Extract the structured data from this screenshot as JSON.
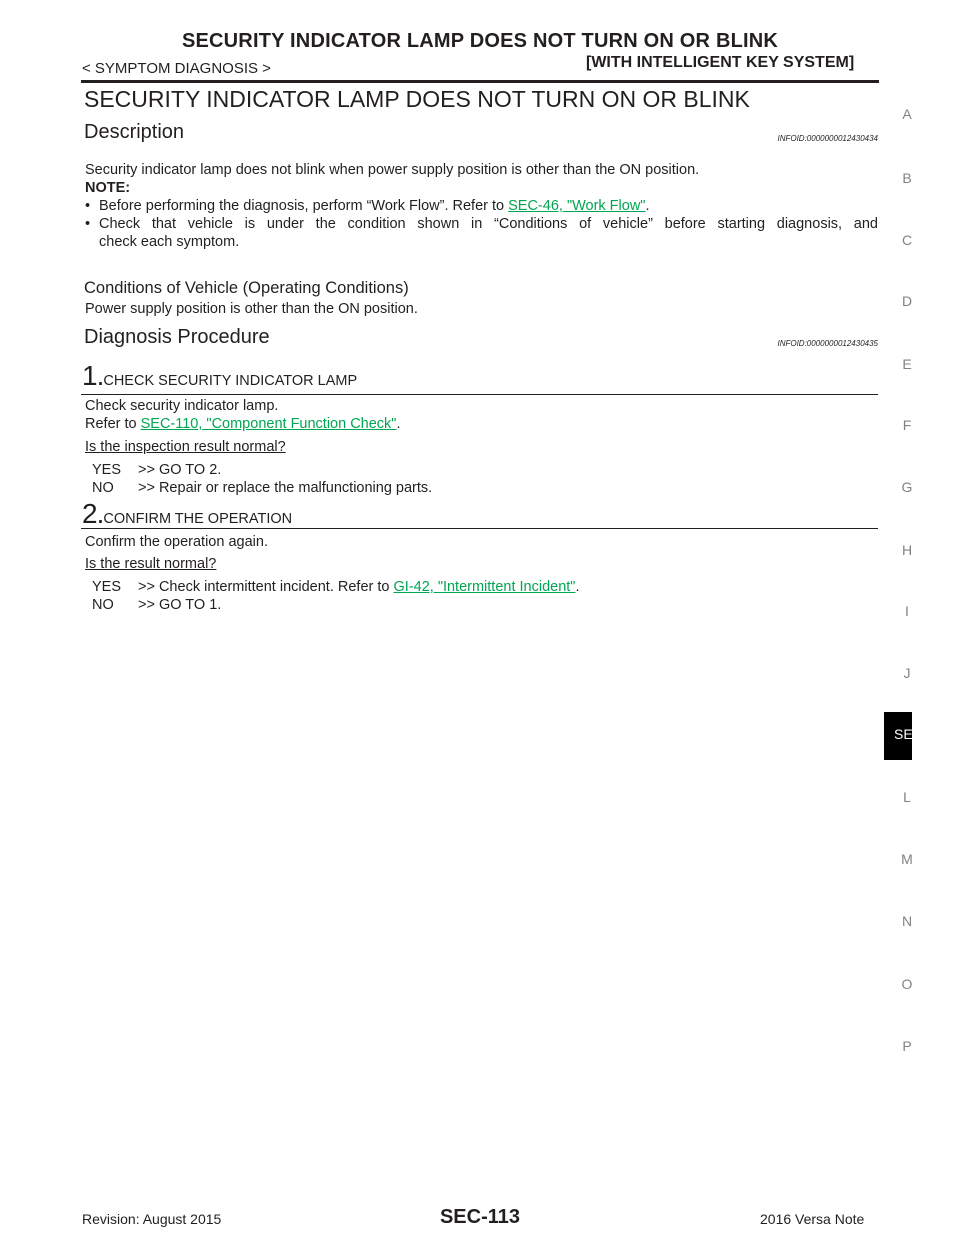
{
  "header": {
    "title": "SECURITY INDICATOR LAMP DOES NOT TURN ON OR BLINK",
    "section": "< SYMPTOM DIAGNOSIS >",
    "system": "[WITH INTELLIGENT KEY SYSTEM]"
  },
  "main_title": "SECURITY INDICATOR LAMP DOES NOT TURN ON OR BLINK",
  "description": {
    "heading": "Description",
    "infoid": "INFOID:0000000012430434",
    "text": "Security indicator lamp does not blink when power supply position is other than the ON position.",
    "note_label": "NOTE:",
    "bullet1_pre": "Before performing the diagnosis, perform “Work Flow”. Refer to ",
    "bullet1_link": "SEC-46, \"Work Flow\"",
    "bullet1_post": ".",
    "bullet2_line1": "Check that vehicle is under the condition shown in “Conditions of vehicle” before starting diagnosis, and",
    "bullet2_line2": "check each symptom.",
    "bullet_char": "•"
  },
  "conditions": {
    "heading": "Conditions of Vehicle (Operating Conditions)",
    "text": "Power supply position is other than the ON position."
  },
  "diagnosis": {
    "heading": "Diagnosis Procedure",
    "infoid": "INFOID:0000000012430435",
    "step1": {
      "num": "1.",
      "title": "CHECK SECURITY INDICATOR LAMP",
      "text1": "Check security indicator lamp.",
      "refer_pre": "Refer to ",
      "refer_link": "SEC-110, \"Component Function Check\"",
      "refer_post": ".",
      "question": "Is the inspection result normal?",
      "yes_label": "YES",
      "yes_text": ">> GO TO 2.",
      "no_label": "NO",
      "no_text": ">> Repair or replace the malfunctioning parts."
    },
    "step2": {
      "num": "2.",
      "title": "CONFIRM THE OPERATION",
      "text1": "Confirm the operation again.",
      "question": "Is the result normal?",
      "yes_label": "YES",
      "yes_pre": ">> Check intermittent incident. Refer to ",
      "yes_link": "GI-42, \"Intermittent Incident\"",
      "yes_post": ".",
      "no_label": "NO",
      "no_text": ">> GO TO 1."
    }
  },
  "side_tabs": [
    "A",
    "B",
    "C",
    "D",
    "E",
    "F",
    "G",
    "H",
    "I",
    "J",
    "L",
    "M",
    "N",
    "O",
    "P"
  ],
  "active_tab": "SE",
  "footer": {
    "revision": "Revision: August 2015",
    "page": "SEC-113",
    "model": "2016 Versa Note"
  },
  "colors": {
    "link": "#00a651",
    "text": "#231f20",
    "tab_letters": "#808285"
  }
}
